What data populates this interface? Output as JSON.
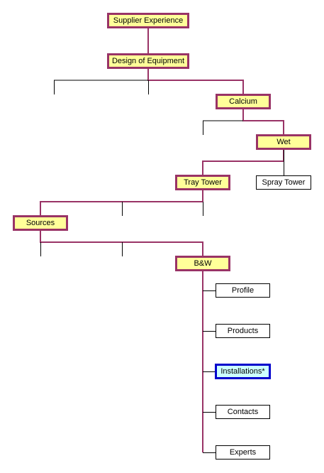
{
  "nodes": {
    "supplier_experience": "Supplier Experience",
    "design_of_equipment": "Design of Equipment",
    "calcium": "Calcium",
    "wet": "Wet",
    "tray_tower": "Tray Tower",
    "spray_tower": "Spray Tower",
    "sources": "Sources",
    "bw": "B&W",
    "profile": "Profile",
    "products": "Products",
    "installations": "Installations*",
    "contacts": "Contacts",
    "experts": "Experts"
  },
  "colors": {
    "path_line": "#993366",
    "other_line": "#000000",
    "highlight_fill": "#ffff99",
    "highlight_border": "#993366",
    "selected_fill": "#ccffff",
    "selected_border": "#0000cc"
  }
}
